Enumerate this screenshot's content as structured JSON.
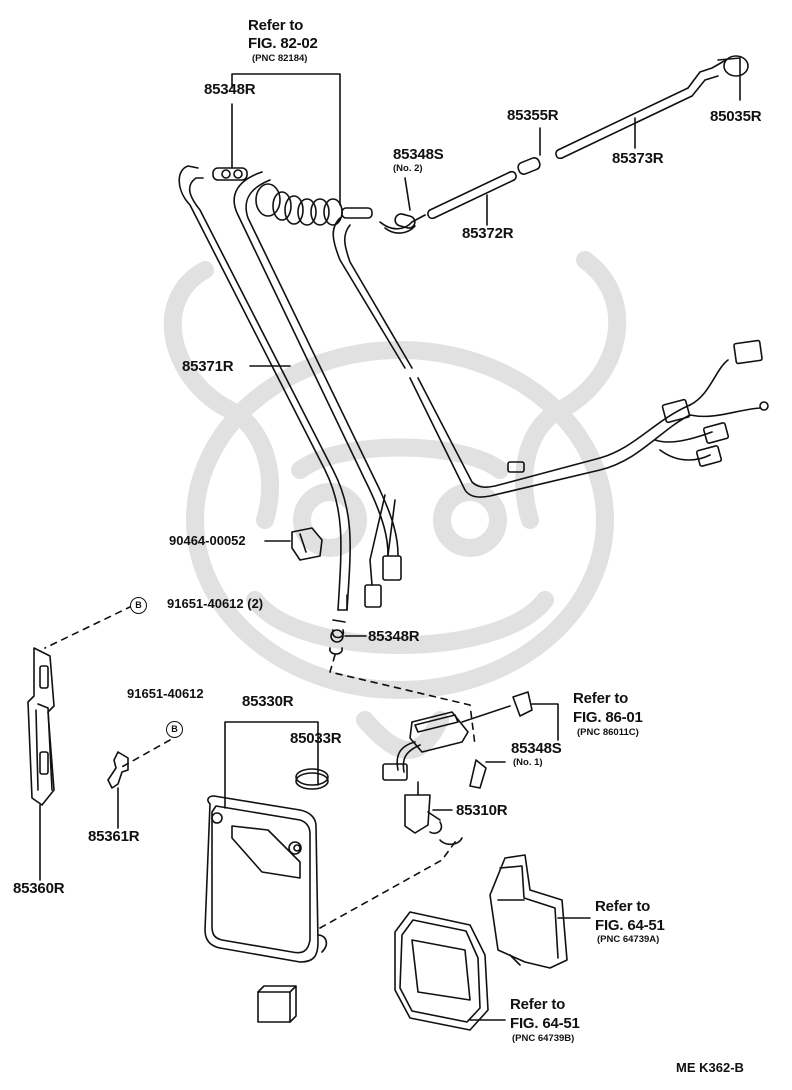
{
  "labels": {
    "ref_82_02_title": "Refer to",
    "ref_82_02_fig": "FIG. 82-02",
    "ref_82_02_pnc": "(PNC 82184)",
    "p85348R_top": "85348R",
    "p85355R": "85355R",
    "p85035R": "85035R",
    "p85348S_top": "85348S",
    "p85348S_top_note": "(No. 2)",
    "p85373R": "85373R",
    "p85372R": "85372R",
    "p85371R": "85371R",
    "p90464": "90464-00052",
    "p91651_2": "91651-40612 (2)",
    "p85348R_mid": "85348R",
    "ref_86_01_title": "Refer to",
    "ref_86_01_fig": "FIG. 86-01",
    "ref_86_01_pnc": "(PNC 86011C)",
    "p91651": "91651-40612",
    "p85330R": "85330R",
    "p85033R": "85033R",
    "p85348S_mid": "85348S",
    "p85348S_mid_note": "(No. 1)",
    "p85310R": "85310R",
    "p85361R": "85361R",
    "p85360R": "85360R",
    "ref_64_51a_title": "Refer to",
    "ref_64_51a_fig": "FIG. 64-51",
    "ref_64_51a_pnc": "(PNC 64739A)",
    "ref_64_51b_title": "Refer to",
    "ref_64_51b_fig": "FIG. 64-51",
    "ref_64_51b_pnc": "(PNC 64739B)",
    "bolt_mark": "B",
    "diagram_code": "ME  K362-B"
  },
  "colors": {
    "ink": "#111111",
    "watermark": "#dcdcdc",
    "paper": "#ffffff"
  }
}
